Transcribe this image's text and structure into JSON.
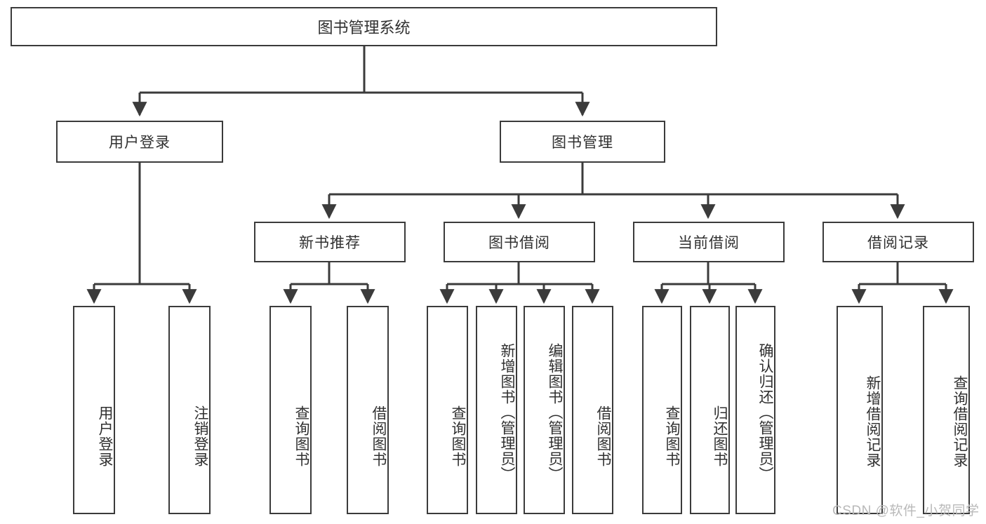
{
  "diagram": {
    "title": "图书管理系统",
    "type": "tree",
    "root": {
      "label": "图书管理系统"
    },
    "level1": [
      {
        "id": "user-login",
        "label": "用户登录"
      },
      {
        "id": "book-management",
        "label": "图书管理"
      }
    ],
    "level2": [
      {
        "id": "new-book-recommend",
        "label": "新书推荐",
        "parent": "book-management"
      },
      {
        "id": "book-borrow",
        "label": "图书借阅",
        "parent": "book-management"
      },
      {
        "id": "current-borrow",
        "label": "当前借阅",
        "parent": "book-management"
      },
      {
        "id": "borrow-record",
        "label": "借阅记录",
        "parent": "book-management"
      }
    ],
    "leaves": {
      "user-login": [
        {
          "id": "leaf-user-login",
          "label": "用户登录"
        },
        {
          "id": "leaf-user-logout",
          "label": "注销登录"
        }
      ],
      "new-book-recommend": [
        {
          "id": "leaf-query-book-1",
          "label": "查询图书"
        },
        {
          "id": "leaf-borrow-book-1",
          "label": "借阅图书"
        }
      ],
      "book-borrow": [
        {
          "id": "leaf-query-book-2",
          "label": "查询图书"
        },
        {
          "id": "leaf-add-book",
          "label": "新增图书（管理员）"
        },
        {
          "id": "leaf-edit-book",
          "label": "编辑图书（管理员）"
        },
        {
          "id": "leaf-borrow-book-2",
          "label": "借阅图书"
        }
      ],
      "current-borrow": [
        {
          "id": "leaf-query-book-3",
          "label": "查询图书"
        },
        {
          "id": "leaf-return-book",
          "label": "归还图书"
        },
        {
          "id": "leaf-confirm-return",
          "label": "确认归还（管理员）"
        }
      ],
      "borrow-record": [
        {
          "id": "leaf-add-record",
          "label": "新增借阅记录"
        },
        {
          "id": "leaf-query-record",
          "label": "查询借阅记录"
        }
      ]
    }
  },
  "watermark": {
    "text": "CSDN @软件_小贺同学"
  },
  "colors": {
    "stroke": "#3b3b3b",
    "text": "#303030",
    "background": "#ffffff",
    "watermark": "#b9b9b9"
  }
}
